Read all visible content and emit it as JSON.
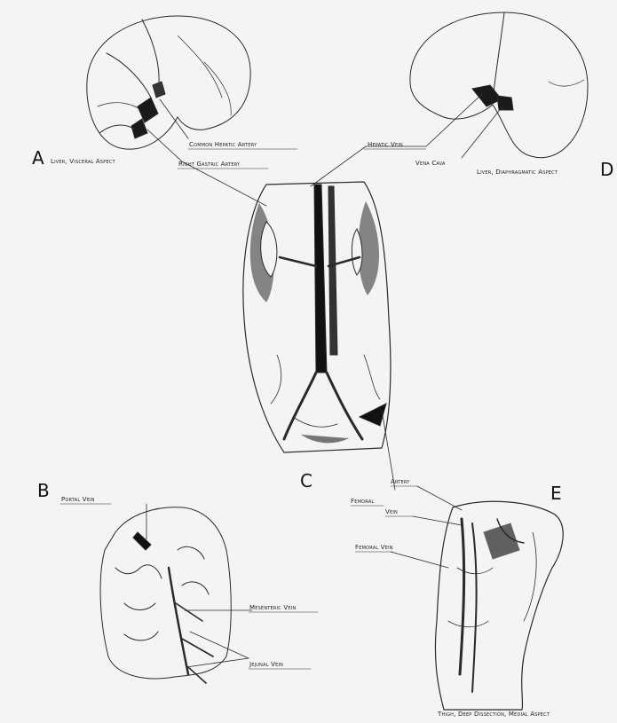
{
  "panels": {
    "a": {
      "letter": "A",
      "caption": "Liver, Visceral Aspect"
    },
    "b": {
      "letter": "B"
    },
    "c": {
      "letter": "C"
    },
    "d": {
      "letter": "D",
      "caption": "Liver, Diaphragmatic Aspect"
    },
    "e": {
      "letter": "E",
      "caption": "Thigh, Deep Dissection, Medial Aspect"
    }
  },
  "labels": {
    "common_hepatic_artery": "Common Hepatic Artery",
    "right_gastric_artery": "Right Gastric Artery",
    "hepatic_vein": "Hepatic Vein",
    "vena_cava": "Vena Cava",
    "portal_vein": "Portal Vein",
    "mesenteric_vein": "Mesenteric Vein",
    "jejunal_vein": "Jejunal Vein",
    "artery": "Artery",
    "femoral": "Femoral",
    "vein": "Vein",
    "femoral_vein": "Femoral Vein"
  }
}
